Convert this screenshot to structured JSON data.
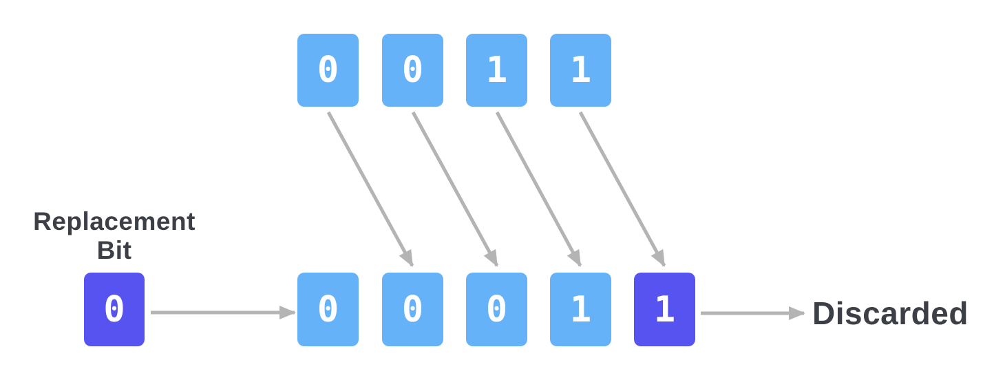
{
  "diagram": {
    "title_implicit": "Bitwise right shift",
    "top_row": {
      "bits": [
        "0",
        "0",
        "1",
        "1"
      ]
    },
    "bottom_row": {
      "bits": [
        "0",
        "0",
        "0",
        "1",
        "1"
      ],
      "highlighted_index": 4
    },
    "replacement": {
      "label_line1": "Replacement",
      "label_line2": "Bit",
      "bit": "0"
    },
    "discarded_label": "Discarded",
    "icons": {
      "shift_arrow": "diagonal-arrow-down-right",
      "flow_arrow": "arrow-right"
    },
    "colors": {
      "bit_blue": "#66B2F8",
      "bit_purple": "#5753F0",
      "arrow_gray": "#B4B4B4",
      "label_dark": "#3D3F47",
      "digit_white": "#FFFFFF",
      "background": "#FFFFFF"
    }
  }
}
